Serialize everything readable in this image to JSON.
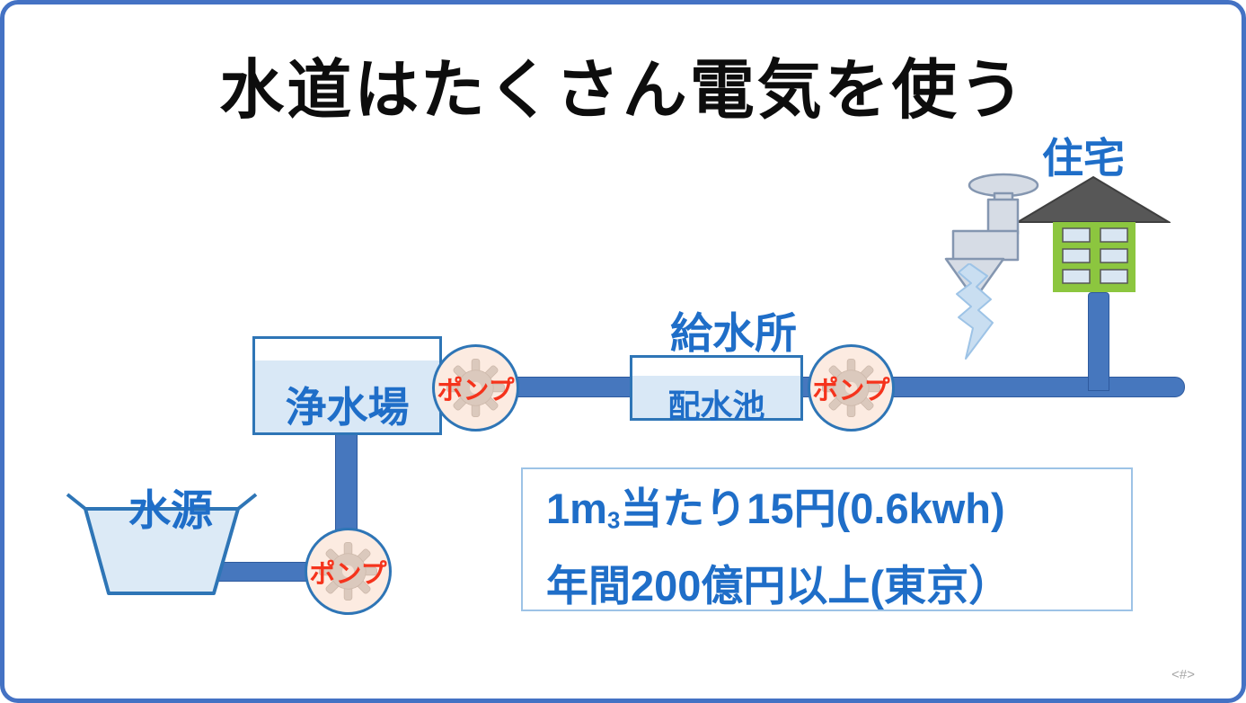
{
  "slide": {
    "title": "水道はたくさん電気を使う",
    "page_number": "<#>"
  },
  "labels": {
    "residence": "住宅",
    "supply_station": "給水所",
    "purification_plant": "浄水場",
    "distribution_reservoir": "配水池",
    "water_source": "水源",
    "pump": "ポンプ"
  },
  "info_box": {
    "line1_prefix": "1m",
    "line1_subscript": "3",
    "line1_suffix": "当たり15円(0.6kwh)",
    "line2": "年間200億円以上(東京）"
  },
  "colors": {
    "slide_border_blue": "#4472C4",
    "pipe_blue": "#4677BE",
    "box_border_blue": "#2E75B6",
    "box_fill_light_blue": "#D9E8F6",
    "label_blue": "#1F6EC8",
    "pump_fill_peach": "#FCEBE1",
    "pump_text_red": "#F5331C",
    "house_green": "#8CC63F",
    "roof_gray": "#575757",
    "page_number_gray": "#A6A6A6"
  }
}
